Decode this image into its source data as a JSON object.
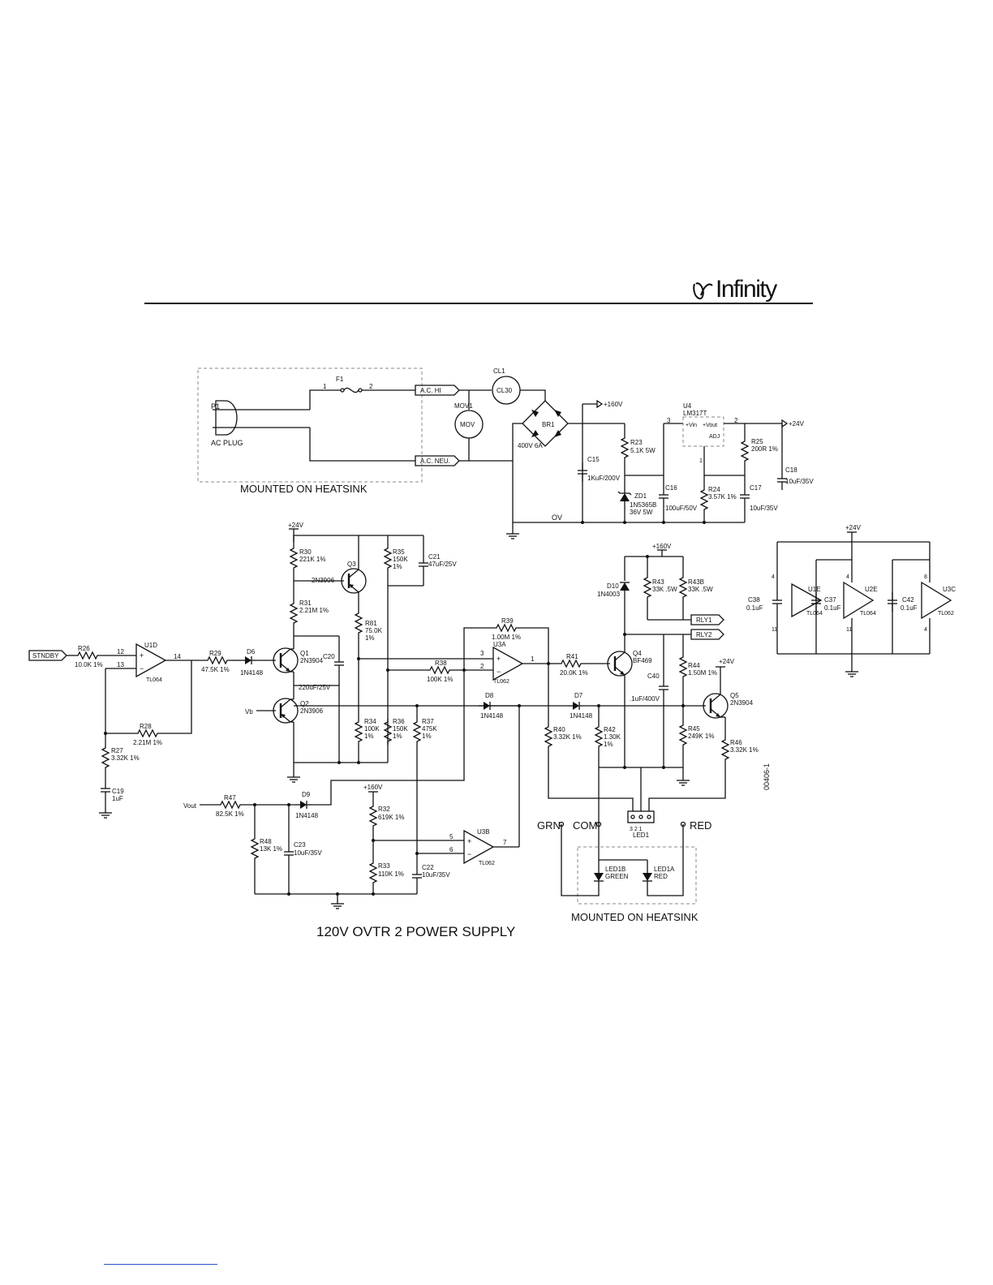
{
  "brand": {
    "logo": "Infinity"
  },
  "diagram": {
    "title": "120V OVTR 2 POWER SUPPLY",
    "drawing_number": "00406-1",
    "notes": {
      "heatsink_top": "MOUNTED ON HEATSINK",
      "heatsink_bottom": "MOUNTED ON HEATSINK"
    },
    "nets": {
      "plus160": "+160V",
      "plus24": "+24V",
      "zero_v": "OV",
      "stndby": "STNDBY",
      "vb": "Vb",
      "vout": "Vout",
      "ac_hi": "A.C. HI",
      "ac_neu": "A.C. NEU.",
      "rly1": "RLY1",
      "rly2": "RLY2",
      "grn": "GRN",
      "com": "COM",
      "red": "RED"
    },
    "pins": {
      "p1": "1",
      "p2": "2",
      "p3": "3",
      "p5": "5",
      "p6": "6",
      "p7": "7",
      "p12": "12",
      "p13": "13",
      "p14": "14",
      "p4": "4",
      "p8": "8",
      "p11": "11"
    },
    "components": {
      "p1": {
        "ref": "P1",
        "value": "AC PLUG"
      },
      "f1": {
        "ref": "F1"
      },
      "cl1": {
        "ref": "CL1",
        "value": "CL30"
      },
      "mov1": {
        "ref": "MOV1",
        "value": "MOV"
      },
      "br1": {
        "ref": "BR1",
        "value": "400V 6A"
      },
      "c15": {
        "ref": "C15",
        "value": "1KuF/200V"
      },
      "r23": {
        "ref": "R23",
        "value": "5.1K 5W"
      },
      "zd1": {
        "ref": "ZD1",
        "value": "1N5365B",
        "value2": "36V 5W"
      },
      "c16": {
        "ref": "C16",
        "value": "100uF/50V"
      },
      "u4": {
        "ref": "U4",
        "value": "LM317T",
        "vin": "+Vin",
        "vout": "+Vout",
        "adj": "ADJ"
      },
      "r24": {
        "ref": "R24",
        "value": "3.57K 1%"
      },
      "c17": {
        "ref": "C17",
        "value": "10uF/35V"
      },
      "r25": {
        "ref": "R25",
        "value": "200R 1%"
      },
      "c18": {
        "ref": "C18",
        "value": "10uF/35V"
      },
      "r30": {
        "ref": "R30",
        "value": "221K 1%"
      },
      "q3": {
        "ref": "Q3",
        "value": "2N3906"
      },
      "r35": {
        "ref": "R35",
        "value": "150K",
        "tol": "1%"
      },
      "c21": {
        "ref": "C21",
        "value": "47uF/25V"
      },
      "r31": {
        "ref": "R31",
        "value": "2.21M 1%"
      },
      "r81": {
        "ref": "R81",
        "value": "75.0K",
        "tol": "1%"
      },
      "r26": {
        "ref": "R26",
        "value": "10.0K 1%"
      },
      "u1d": {
        "ref": "U1D",
        "value": "TL064"
      },
      "r29": {
        "ref": "R29",
        "value": "47.5K 1%"
      },
      "d6": {
        "ref": "D6",
        "value": "1N4148"
      },
      "q1": {
        "ref": "Q1",
        "value": "2N3904"
      },
      "c20": {
        "ref": "C20",
        "value": "220uF/25V"
      },
      "q2": {
        "ref": "Q2",
        "value": "2N3906"
      },
      "r28": {
        "ref": "R28",
        "value": "2.21M 1%"
      },
      "r27": {
        "ref": "R27",
        "value": "3.32K 1%"
      },
      "c19": {
        "ref": "C19",
        "value": "1uF"
      },
      "r34": {
        "ref": "R34",
        "value": "100K",
        "tol": "1%"
      },
      "r36": {
        "ref": "R36",
        "value": "150K",
        "tol": "1%"
      },
      "r37": {
        "ref": "R37",
        "value": "475K",
        "tol": "1%"
      },
      "r39": {
        "ref": "R39",
        "value": "1.00M 1%"
      },
      "u3a": {
        "ref": "U3A",
        "value": "TL062"
      },
      "r38": {
        "ref": "R38",
        "value": "100K 1%"
      },
      "d8": {
        "ref": "D8",
        "value": "1N4148"
      },
      "r41": {
        "ref": "R41",
        "value": "20.0K 1%"
      },
      "q4": {
        "ref": "Q4",
        "value": "BF469"
      },
      "d10": {
        "ref": "D10",
        "value": "1N4003"
      },
      "r43": {
        "ref": "R43",
        "value": "33K .5W"
      },
      "r43b": {
        "ref": "R43B",
        "value": "33K .5W"
      },
      "c40": {
        "ref": "C40",
        "value": ".1uF/400V"
      },
      "r44": {
        "ref": "R44",
        "value": "1.50M 1%"
      },
      "d7": {
        "ref": "D7",
        "value": "1N4148"
      },
      "q5": {
        "ref": "Q5",
        "value": "2N3904"
      },
      "r40": {
        "ref": "R40",
        "value": "3.32K 1%"
      },
      "r42": {
        "ref": "R42",
        "value": "1.30K",
        "tol": "1%"
      },
      "r45": {
        "ref": "R45",
        "value": "249K 1%"
      },
      "r46": {
        "ref": "R46",
        "value": "3.32K 1%"
      },
      "r47": {
        "ref": "R47",
        "value": "82.5K 1%"
      },
      "d9": {
        "ref": "D9",
        "value": "1N4148"
      },
      "r48": {
        "ref": "R48",
        "value": "13K 1%"
      },
      "c23": {
        "ref": "C23",
        "value": "10uF/35V"
      },
      "r32": {
        "ref": "R32",
        "value": "619K 1%"
      },
      "r33": {
        "ref": "R33",
        "value": "110K 1%"
      },
      "c22": {
        "ref": "C22",
        "value": "10uF/35V"
      },
      "u3b": {
        "ref": "U3B",
        "value": "TL062"
      },
      "led1": {
        "ref": "LED1",
        "pins": "3 2 1"
      },
      "led1b": {
        "ref": "LED1B",
        "value": "GREEN"
      },
      "led1a": {
        "ref": "LED1A",
        "value": "RED"
      },
      "c38": {
        "ref": "C38",
        "value": "0.1uF"
      },
      "u1e": {
        "ref": "U1E",
        "value": "TL064"
      },
      "c37": {
        "ref": "C37",
        "value": "0.1uF"
      },
      "u2e": {
        "ref": "U2E",
        "value": "TL064"
      },
      "c42": {
        "ref": "C42",
        "value": "0.1uF"
      },
      "u3c": {
        "ref": "U3C",
        "value": "TL062"
      }
    }
  }
}
